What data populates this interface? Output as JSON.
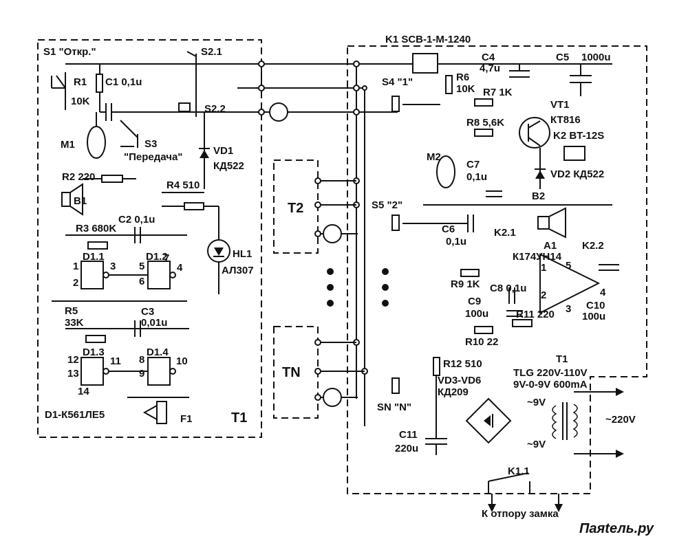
{
  "labels": {
    "s1": "S1 \"Откр.\"",
    "s21": "S2.1",
    "s22": "S2.2",
    "r1": "R1",
    "r1v": "10K",
    "c1": "C1 0,1u",
    "m1": "M1",
    "s3": "S3",
    "s3b": "\"Передача\"",
    "vd1": "VD1",
    "vd1t": "КД522",
    "r2": "R2 220",
    "b1": "B1",
    "r4": "R4 510",
    "r3": "R3 680K",
    "c2": "C2 0,1u",
    "d11": "D1.1",
    "d12": "D1.2",
    "hl1": "HL1",
    "hl1t": "АЛ307",
    "r5": "R5",
    "r5v": "33K",
    "c3": "C3",
    "c3v": "0,01u",
    "d13": "D1.3",
    "d14": "D1.4",
    "d1": "D1-К561ЛЕ5",
    "f1": "F1",
    "t1a": "T1",
    "k1": "K1  SCB-1-M-1240",
    "c4": "C4",
    "c4v": "4,7u",
    "c5": "C5",
    "c5v": "1000u",
    "r6": "R6",
    "r6v": "10K",
    "s4": "S4 \"1\"",
    "r7": "R7 1K",
    "vt1": "VT1",
    "vt1t": "КТ816",
    "r8": "R8 5,6K",
    "k2": "K2 BT-12S",
    "m2": "M2",
    "c7": "C7",
    "c7v": "0,1u",
    "vd2": "VD2 КД522",
    "b2": "B2",
    "t2": "T2",
    "s5": "S5 \"2\"",
    "c6": "C6",
    "c6v": "0,1u",
    "k21": "K2.1",
    "a1": "A1",
    "a1t": "К174УН14",
    "k22": "K2.2",
    "r9": "R9 1K",
    "c8": "C8 0,1u",
    "c9": "C9",
    "c9v": "100u",
    "c10": "C10",
    "c10v": "100u",
    "r11": "R11 220",
    "r10": "R10 22",
    "tn": "TN",
    "r12": "R12 510",
    "vd36": "VD3-VD6",
    "vd36t": "КД209",
    "t1b": "T1",
    "tlg": "TLG 220V-110V",
    "tlg2": "9V-0-9V 600mA",
    "sec1": "~9V",
    "sec2": "~9V",
    "prim": "~220V",
    "sn": "SN \"N\"",
    "c11": "C11",
    "c11v": "220u",
    "k11": "K1.1",
    "lock": "К отпору замка",
    "pin1": "1",
    "pin2": "2",
    "pin3": "3",
    "pin4": "4",
    "pin5": "5",
    "pin6": "6",
    "pin7": "7",
    "pin8": "8",
    "pin9": "9",
    "pin10": "10",
    "pin11": "11",
    "pin12": "12",
    "pin13": "13",
    "pin14": "14",
    "a1p1": "1",
    "a1p2": "2",
    "a1p3": "3",
    "a1p4": "4",
    "a1p5": "5",
    "watermark": "Паяtель.ру"
  }
}
